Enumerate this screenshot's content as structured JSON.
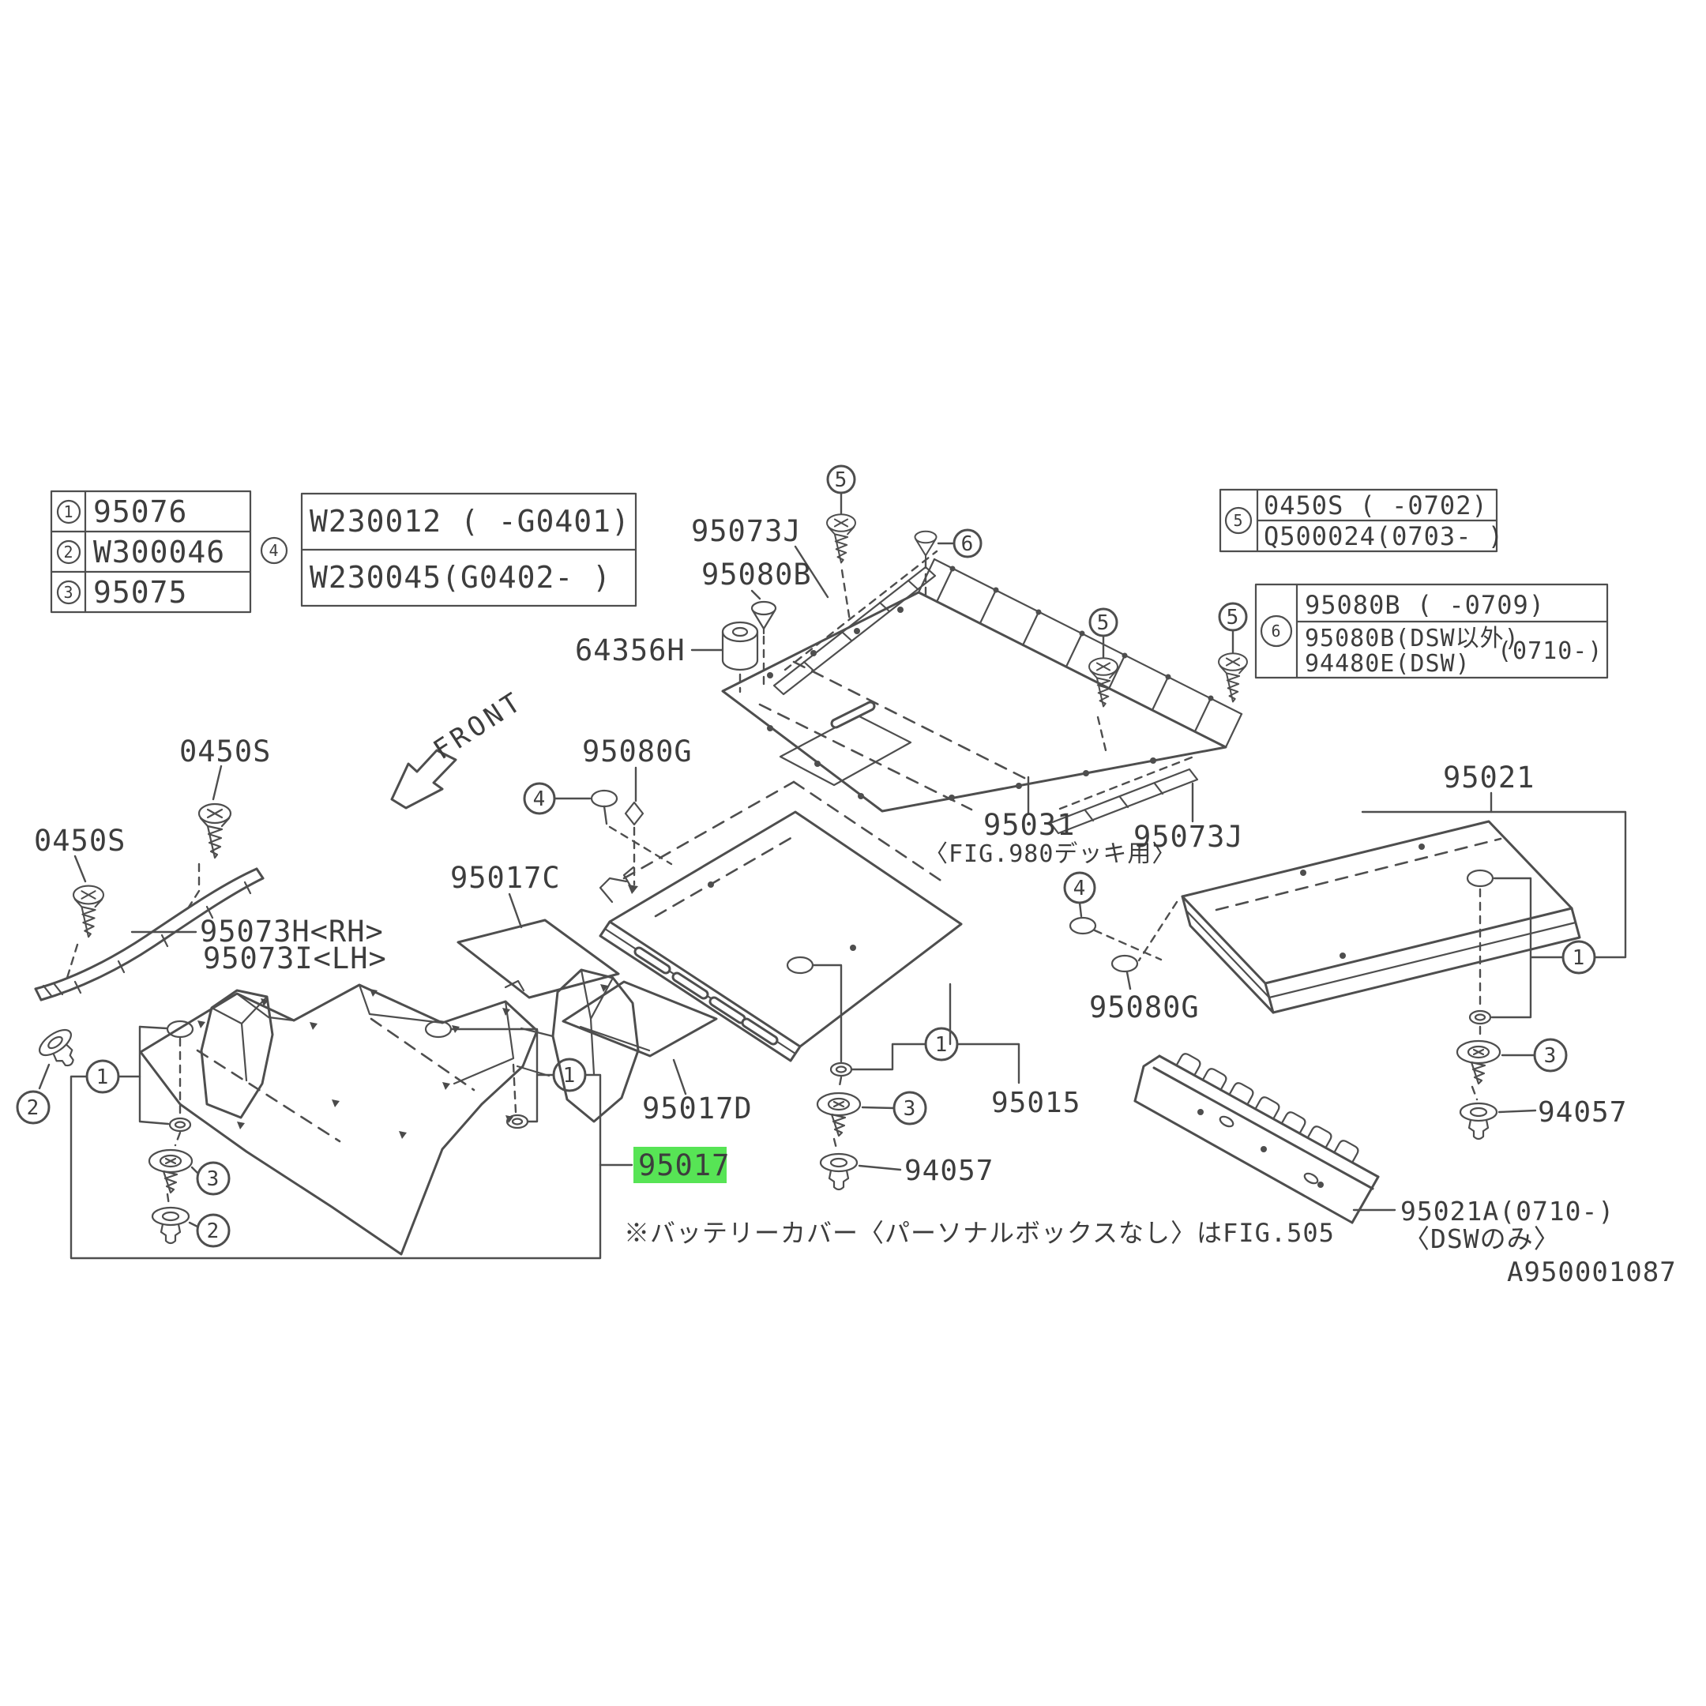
{
  "diagram_id": "A950001087",
  "note": "※バッテリーカバー〈パーソナルボックスなし〉はFIG.505",
  "front_label": "FRONT",
  "colors": {
    "line": "#4e4e4e",
    "text": "#3d3d3d",
    "highlight": "#57e455",
    "background": "#ffffff"
  },
  "callouts": {
    "c1": "1",
    "c2": "2",
    "c3": "3",
    "c4": "4",
    "c5": "5",
    "c6": "6"
  },
  "ref_tables": {
    "left": {
      "rows": [
        {
          "ref": "1",
          "part": "95076"
        },
        {
          "ref": "2",
          "part": "W300046"
        },
        {
          "ref": "3",
          "part": "95075"
        }
      ]
    },
    "ref4": {
      "ref": "4",
      "row1": "W230012 ( -G0401)",
      "row2": "W230045(G0402- )"
    },
    "ref5": {
      "ref": "5",
      "row1": "0450S  ( -0702)",
      "row2": "Q500024(0703-  )"
    },
    "ref6": {
      "ref": "6",
      "row1": "95080B ( -0709)",
      "row2": "95080B(DSW以外)",
      "row3": "94480E(DSW)",
      "range": "(0710-)"
    }
  },
  "labels": {
    "p95073j": "95073J",
    "p95080b": "95080B",
    "p64356h": "64356H",
    "p0450s": "0450S",
    "p95073h_rh": "95073H<RH>",
    "p95073i_lh": "95073I<LH>",
    "p95080g": "95080G",
    "p95017c": "95017C",
    "p95017d": "95017D",
    "p95017": "95017",
    "p95031": "95031",
    "p95031_note": "〈FIG.980デッキ用〉",
    "p95021": "95021",
    "p95015": "95015",
    "p94057": "94057",
    "p95021a": "95021A(0710-)",
    "p95021a_note": "〈DSWのみ〉"
  }
}
